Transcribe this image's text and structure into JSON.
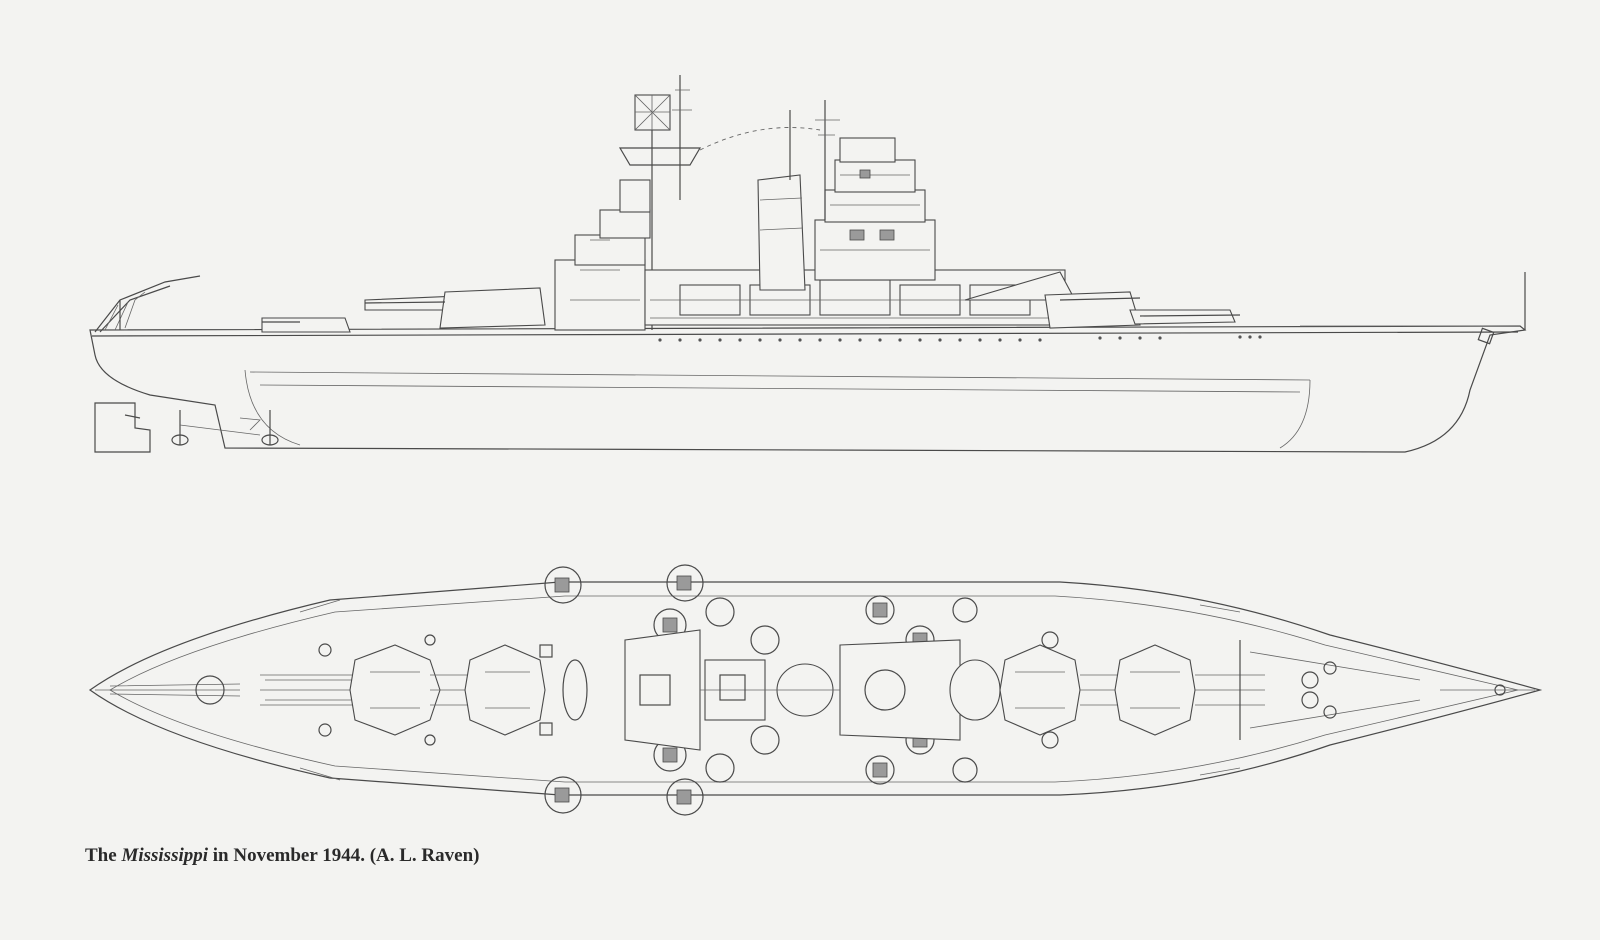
{
  "caption": {
    "prefix": "The ",
    "ship_name": "Mississippi",
    "suffix": " in November 1944. (A. L. Raven)"
  },
  "views": [
    "profile",
    "plan"
  ],
  "colors": {
    "paper": "#f3f3f1",
    "ink": "#4a4a4a"
  }
}
